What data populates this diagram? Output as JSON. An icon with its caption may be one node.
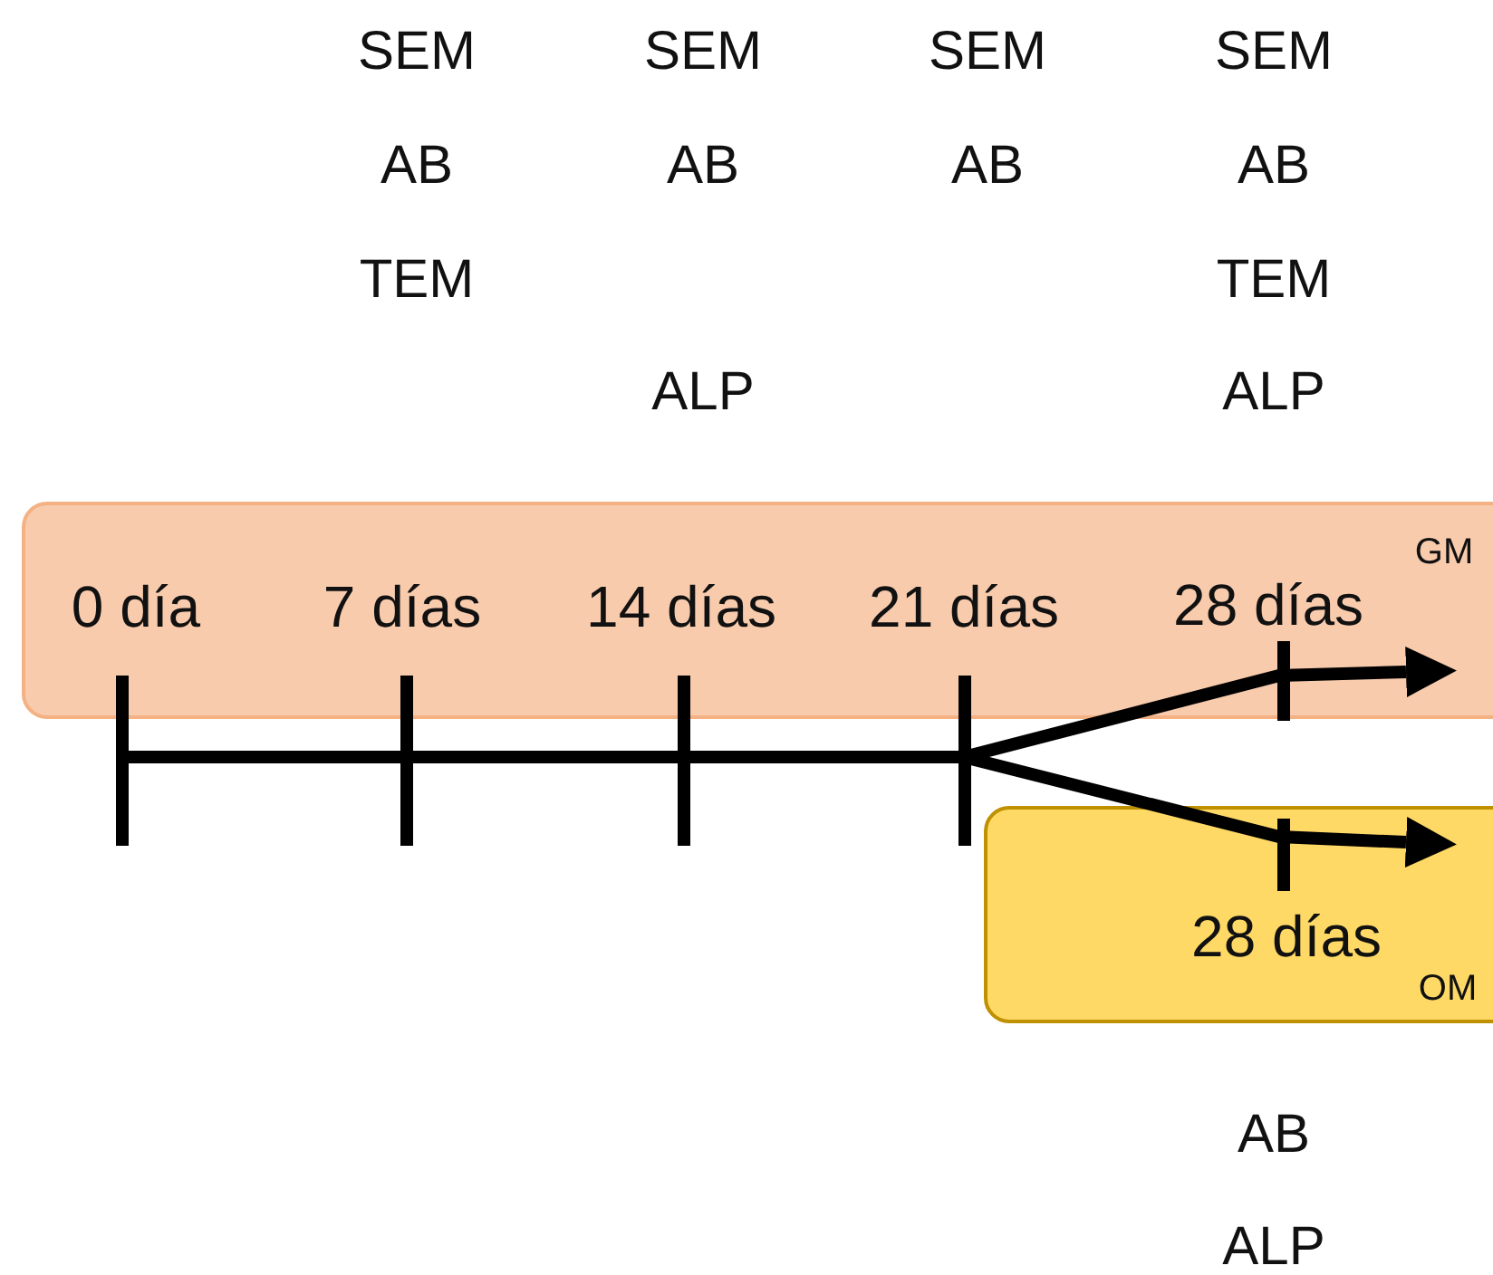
{
  "diagram": {
    "nodes": [
      {
        "text": [
          "GM"
        ]
      },
      {
        "text": [
          "OM"
        ]
      },
      {
        "text": [
          "0 día"
        ]
      },
      {
        "text": [
          "7 días"
        ]
      },
      {
        "text": [
          "14 días"
        ]
      },
      {
        "text": [
          "21 días"
        ]
      },
      {
        "text": [
          "28 días"
        ],
        "in": 0
      },
      {
        "text": [
          "28 días"
        ],
        "in": 1
      }
    ],
    "edges": [
      {
        "from": 2,
        "to": 3,
        "arrow": "none"
      },
      {
        "from": 3,
        "to": 4,
        "arrow": "none"
      },
      {
        "from": 4,
        "to": 5,
        "arrow": "none"
      },
      {
        "from": 5,
        "to": 6,
        "arrow": "to"
      },
      {
        "from": 5,
        "to": 7,
        "arrow": "to"
      }
    ],
    "labels": [
      "SEM",
      "SEM",
      "SEM",
      "SEM",
      "AB",
      "AB",
      "AB",
      "AB",
      "TEM",
      "TEM",
      "ALP",
      "ALP",
      "AB",
      "ALP"
    ]
  }
}
